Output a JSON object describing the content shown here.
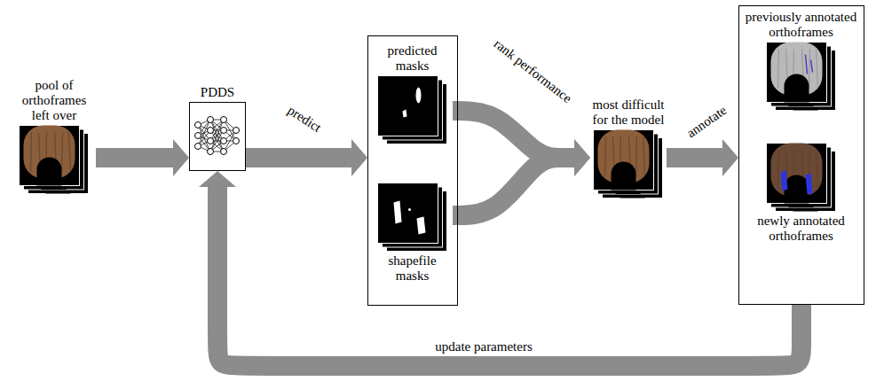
{
  "diagram": {
    "nodes": [
      {
        "text": [
          "pool of orthoframes left over"
        ]
      },
      {
        "text": [
          "PDDS"
        ]
      },
      {
        "text": []
      },
      {
        "text": [
          "predicted masks"
        ],
        "in": 2
      },
      {
        "text": [
          "shapefile masks"
        ],
        "in": 2
      },
      {
        "text": [
          "most difficult for the model"
        ]
      },
      {
        "text": []
      },
      {
        "text": [
          "previously annotated orthoframes"
        ],
        "in": 6
      },
      {
        "text": [
          "newly annotated orthoframes"
        ],
        "in": 6
      }
    ],
    "edges": [
      {
        "from": 0,
        "to": 1,
        "arrow": "to"
      },
      {
        "from": 1,
        "to": 2,
        "label": "predict",
        "arrow": "to"
      },
      {
        "from": 3,
        "to": 5,
        "label": "rank performance",
        "arrow": "to"
      },
      {
        "from": 4,
        "to": 5,
        "arrow": "to"
      },
      {
        "from": 5,
        "to": 6,
        "label": "annotate",
        "arrow": "to"
      },
      {
        "from": 6,
        "to": 1,
        "label": "update parameters",
        "arrow": "to"
      }
    ]
  }
}
